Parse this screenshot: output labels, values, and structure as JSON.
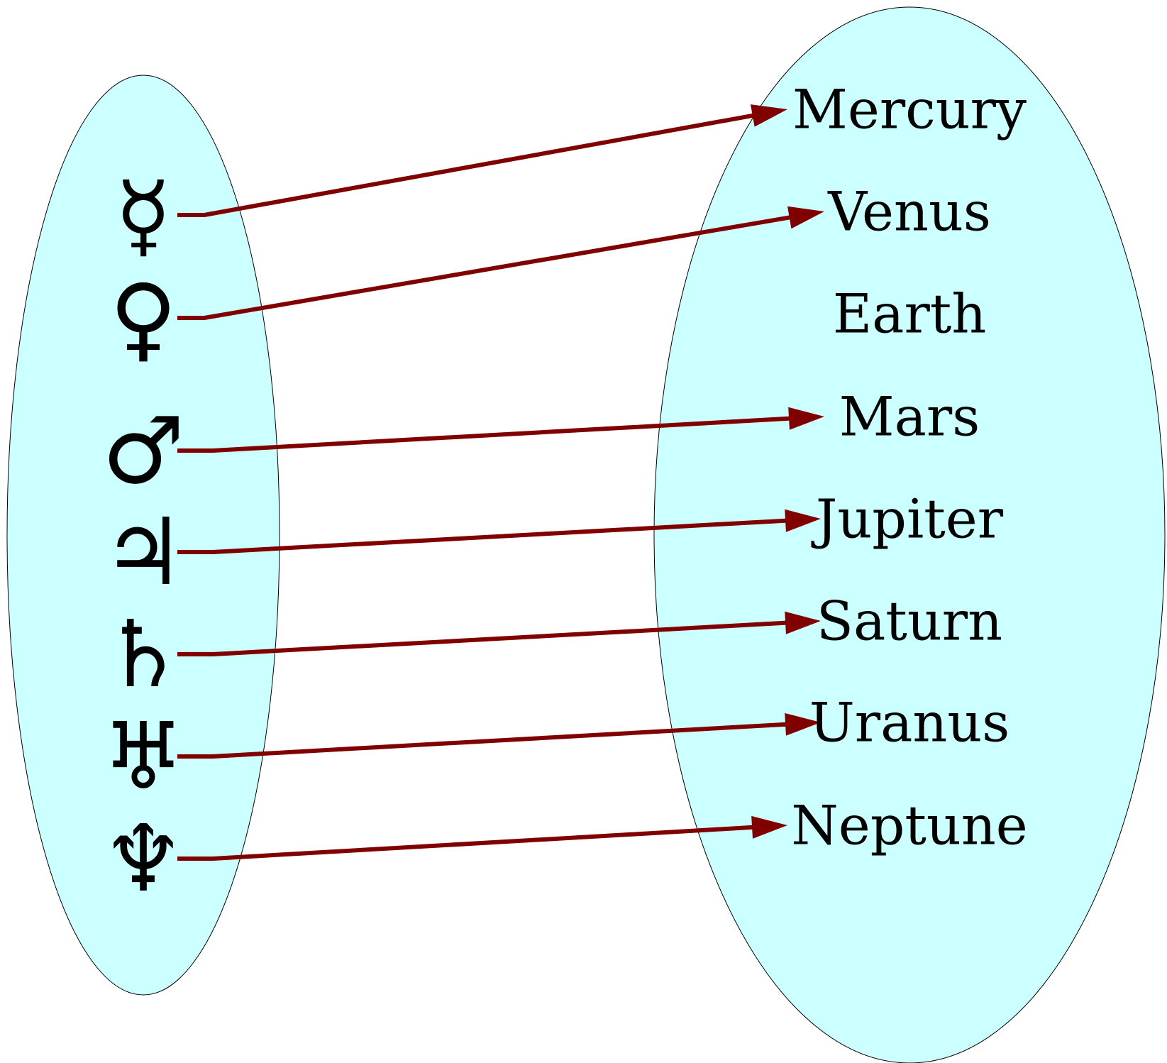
{
  "colors": {
    "set_fill": "#ccffff",
    "set_stroke": "#000000",
    "arrow": "#800000",
    "text": "#000000"
  },
  "domain_set": {
    "symbols": [
      {
        "glyph": "☿",
        "icon": "mercury-symbol-icon"
      },
      {
        "glyph": "♀",
        "icon": "venus-symbol-icon"
      },
      {
        "glyph": "♂",
        "icon": "mars-symbol-icon"
      },
      {
        "glyph": "♃",
        "icon": "jupiter-symbol-icon"
      },
      {
        "glyph": "♄",
        "icon": "saturn-symbol-icon"
      },
      {
        "glyph": "♅",
        "icon": "uranus-symbol-icon"
      },
      {
        "glyph": "♆",
        "icon": "neptune-symbol-icon"
      }
    ]
  },
  "codomain_set": {
    "names": [
      "Mercury",
      "Venus",
      "Earth",
      "Mars",
      "Jupiter",
      "Saturn",
      "Uranus",
      "Neptune"
    ]
  },
  "mappings": [
    {
      "from": 0,
      "to": 0
    },
    {
      "from": 1,
      "to": 1
    },
    {
      "from": 2,
      "to": 3
    },
    {
      "from": 3,
      "to": 4
    },
    {
      "from": 4,
      "to": 5
    },
    {
      "from": 5,
      "to": 6
    },
    {
      "from": 6,
      "to": 7
    }
  ]
}
